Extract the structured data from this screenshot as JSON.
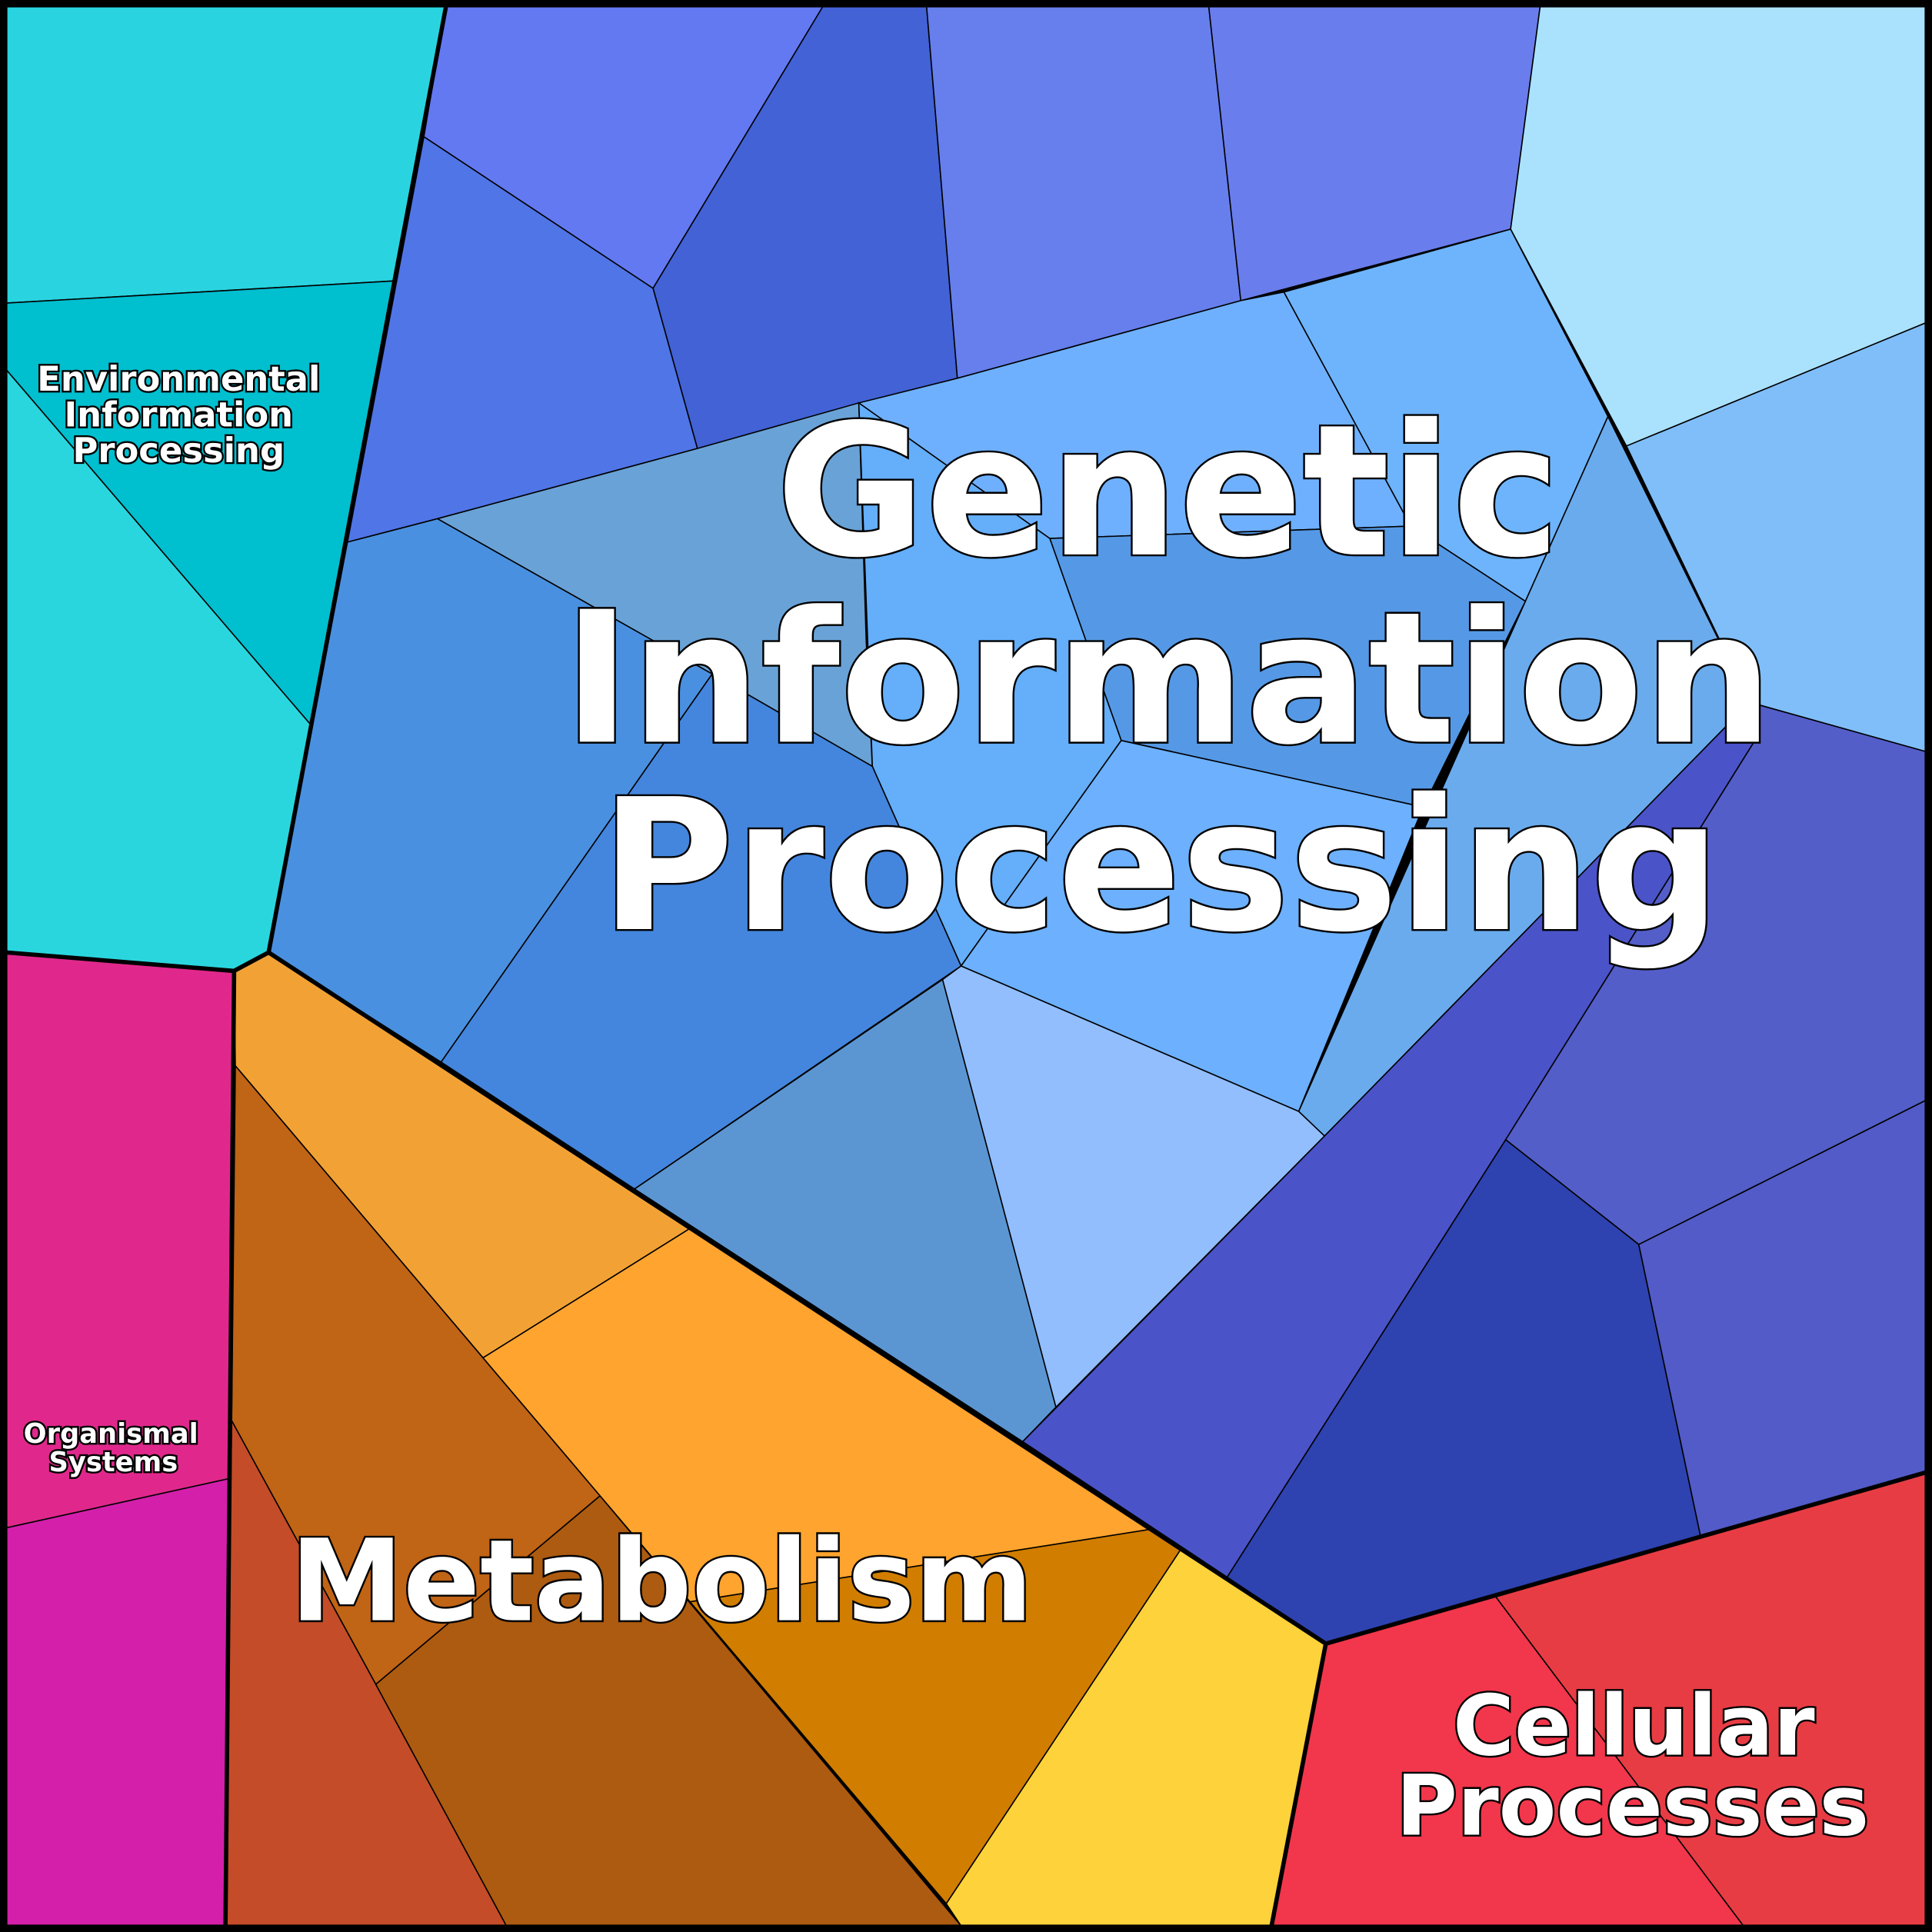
{
  "title": "Voronoi treemap of functional categories",
  "groups": {
    "environmental": {
      "line1": "Environmental",
      "line2": "Information",
      "line3": "Processing"
    },
    "genetic": {
      "line1": "Genetic",
      "line2": "Information",
      "line3": "Processing"
    },
    "organismal": {
      "line1": "Organismal",
      "line2": "Systems"
    },
    "metabolism": {
      "line1": "Metabolism"
    },
    "cellular": {
      "line1": "Cellular",
      "line2": "Processes"
    }
  },
  "colors": {
    "environmental": [
      "#29d4e0",
      "#00bfcf",
      "#2ad6de"
    ],
    "organismal": [
      "#e0288c",
      "#d41fab"
    ],
    "metabolism": [
      "#f2a234",
      "#c06415",
      "#c44c28",
      "#ad5b10",
      "#ffa42e",
      "#d17d00",
      "#fed23a"
    ],
    "cellular": [
      "#f2364b",
      "#e83c44"
    ],
    "genetic": [
      "#6379f2",
      "#4262d6",
      "#5075e6",
      "#667fec",
      "#6a7ded",
      "#aae2fe",
      "#80befa",
      "#6eb0fe",
      "#69a2d6",
      "#6eb4fc",
      "#6aabed",
      "#5599e6",
      "#64aefa",
      "#6cb0fe",
      "#4a90e0",
      "#4486dd",
      "#5b96d3",
      "#92befe",
      "#4a53c8",
      "#535ec8",
      "#2e43b0",
      "#535bc8"
    ]
  }
}
